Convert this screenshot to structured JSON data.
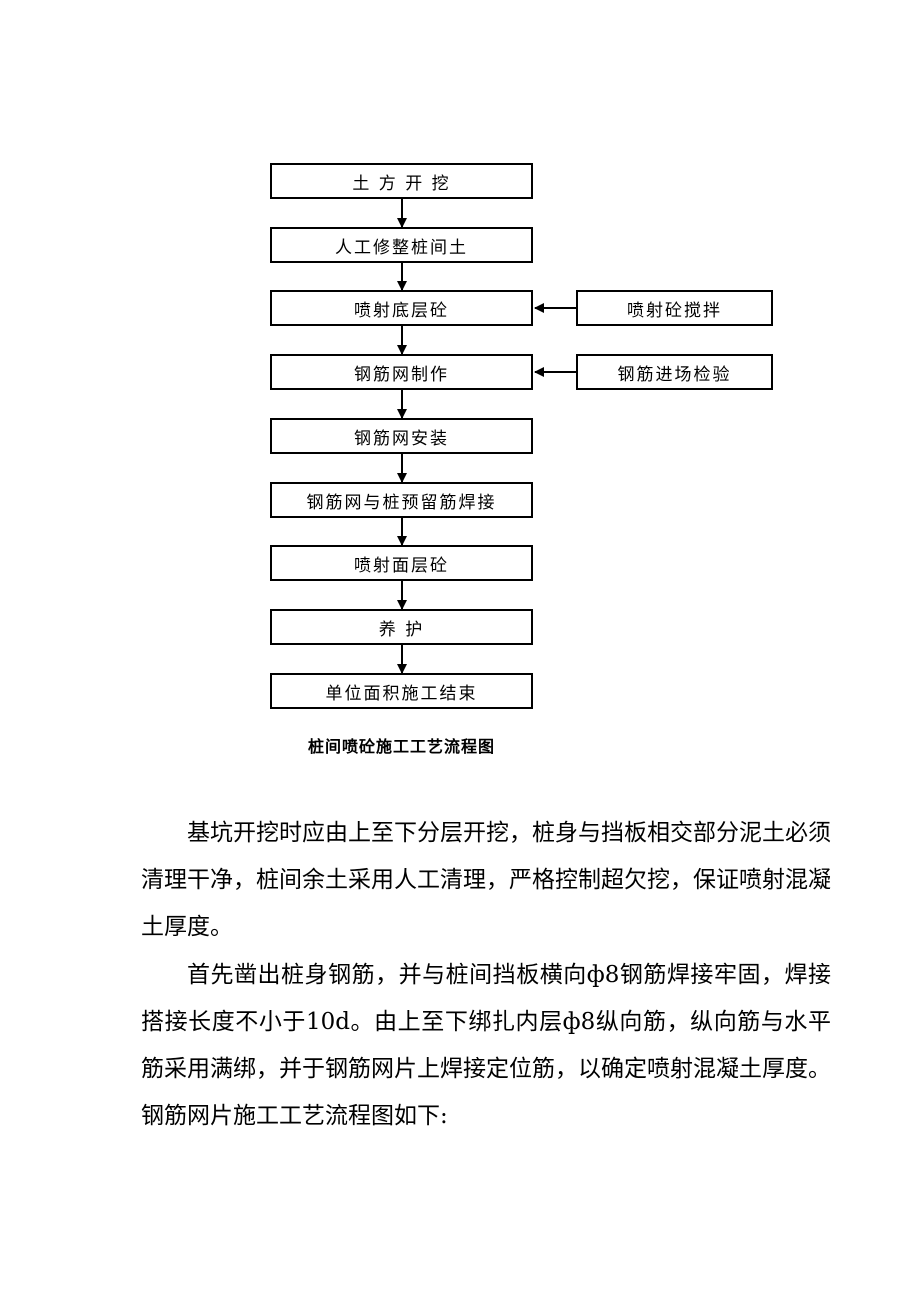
{
  "flowchart": {
    "main_steps": [
      "土 方 开 挖",
      "人工修整桩间土",
      "喷射底层砼",
      "钢筋网制作",
      "钢筋网安装",
      "钢筋网与桩预留筋焊接",
      "喷射面层砼",
      "养  护",
      "单位面积施工结束"
    ],
    "side_steps": [
      "喷射砼搅拌",
      "钢筋进场检验"
    ],
    "caption": "桩间喷砼施工工艺流程图"
  },
  "body": {
    "paragraph_1": "基坑开挖时应由上至下分层开挖，桩身与挡板相交部分泥土必须清理干净，桩间余土采用人工清理，严格控制超欠挖，保证喷射混凝土厚度。",
    "paragraph_2": "首先凿出桩身钢筋，并与桩间挡板横向ф8钢筋焊接牢固，焊接搭接长度不小于10d。由上至下绑扎内层ф8纵向筋，纵向筋与水平筋采用满绑，并于钢筋网片上焊接定位筋，以确定喷射混凝土厚度。钢筋网片施工工艺流程图如下:"
  }
}
